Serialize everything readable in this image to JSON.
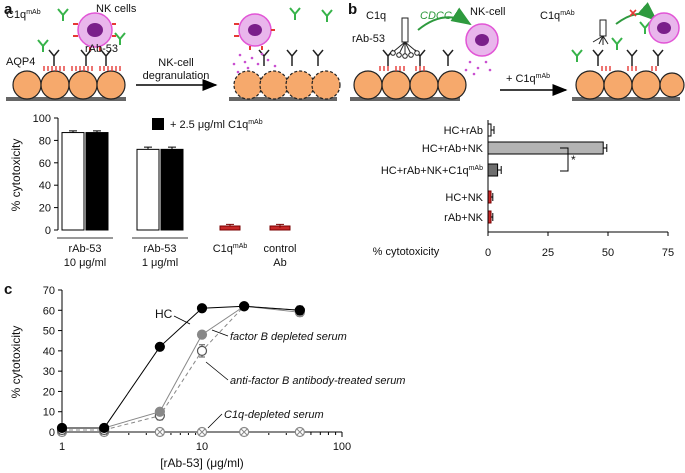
{
  "panel_labels": {
    "a": "a",
    "b": "b",
    "c": "c"
  },
  "schematic_a": {
    "c1q_mab": "C1q",
    "c1q_mab_sup": "mAb",
    "nk_cells": "NK cells",
    "rab53": "rAb-53",
    "aqp4": "AQP4",
    "arrow_label_1": "NK-cell",
    "arrow_label_2": "degranulation"
  },
  "schematic_b": {
    "c1q": "C1q",
    "cdcc": "CDCC",
    "nk_cell": "NK-cell",
    "rab53": "rAb-53",
    "c1q_mab": "C1q",
    "c1q_mab_sup": "mAb",
    "arrow_label": "+ C1q",
    "arrow_label_sup": "mAb"
  },
  "colors": {
    "open_bar": "#ffffff",
    "black_bar": "#000000",
    "red_bar": "#c62828",
    "gray_bar": "#b3b3b3",
    "dark_gray_bar": "#6e6e6e",
    "nk_pink": "#e255d6",
    "nk_nucleus": "#7a1f8a",
    "cell_orange": "#f6a96c",
    "antibody_green": "#37b34a",
    "receptor_red": "#e53935"
  },
  "chart_data": [
    {
      "id": "a",
      "type": "bar",
      "ylabel": "% cytotoxicity",
      "ylim": [
        0,
        100
      ],
      "yticks": [
        "0",
        "20",
        "40",
        "60",
        "80",
        "100"
      ],
      "legend_text": "+ 2.5 μg/ml C1q",
      "legend_sup": "mAb",
      "groups": [
        {
          "label1": "rAb-53",
          "label2": "10 μg/ml",
          "bars": [
            {
              "value": 87,
              "err": 1.5,
              "style": "open"
            },
            {
              "value": 87,
              "err": 1.5,
              "style": "black"
            }
          ]
        },
        {
          "label1": "rAb-53",
          "label2": "1 μg/ml",
          "bars": [
            {
              "value": 72,
              "err": 2,
              "style": "open"
            },
            {
              "value": 72,
              "err": 2,
              "style": "black"
            }
          ]
        },
        {
          "label1": "C1q",
          "label1_sup": "mAb",
          "label2": "",
          "bars": [
            {
              "value": 3,
              "err": 2,
              "style": "red"
            }
          ]
        },
        {
          "label1": "control",
          "label2": "Ab",
          "bars": [
            {
              "value": 2,
              "err": 3,
              "style": "red"
            }
          ]
        }
      ]
    },
    {
      "id": "b",
      "type": "bar",
      "orientation": "horizontal",
      "xlabel": "% cytotoxicity",
      "xlim": [
        0,
        75
      ],
      "xticks": [
        "0",
        "25",
        "50",
        "75"
      ],
      "significance": "*",
      "bars": [
        {
          "label": "HC+rAb",
          "value": 1,
          "err": 1.5,
          "style": "open"
        },
        {
          "label": "HC+rAb+NK",
          "value": 48,
          "err": 1.5,
          "style": "gray"
        },
        {
          "label": "HC+rAb+NK+C1q",
          "label_sup": "mAb",
          "value": 4,
          "err": 1.5,
          "style": "darkgray"
        },
        {
          "label": "HC+NK",
          "value": 1,
          "err": 1,
          "style": "red"
        },
        {
          "label": "rAb+NK",
          "value": 1,
          "err": 1,
          "style": "red"
        }
      ]
    },
    {
      "id": "c",
      "type": "line",
      "xscale": "log",
      "xlabel": "[rAb-53] (μg/ml)",
      "ylabel": "% cytotoxicity",
      "xlim": [
        1,
        100
      ],
      "ylim": [
        0,
        70
      ],
      "xticks": [
        "1",
        "10",
        "100"
      ],
      "yticks": [
        "0",
        "10",
        "20",
        "30",
        "40",
        "50",
        "60",
        "70"
      ],
      "series": [
        {
          "name": "HC",
          "style": "black",
          "x": [
            1,
            2,
            5,
            10,
            20,
            50
          ],
          "y": [
            2,
            2,
            42,
            61,
            62,
            60
          ],
          "err": [
            1,
            1,
            1,
            1,
            1,
            2
          ]
        },
        {
          "name": "factor B depleted serum",
          "style": "gray",
          "x": [
            1,
            2,
            5,
            10,
            20,
            50
          ],
          "y": [
            2,
            2,
            10,
            48,
            62,
            59
          ],
          "err": [
            1,
            1,
            1,
            1,
            1,
            2
          ]
        },
        {
          "name": "anti-factor B antibody-treated serum",
          "style": "open",
          "x": [
            1,
            2,
            5,
            10,
            20,
            50
          ],
          "y": [
            1,
            1,
            8,
            40,
            62,
            60
          ],
          "err": [
            1,
            1,
            2,
            3,
            1,
            2
          ]
        },
        {
          "name": "C1q-depleted serum",
          "style": "xgray",
          "x": [
            1,
            2,
            5,
            10,
            20,
            50
          ],
          "y": [
            0,
            0,
            0,
            0,
            0,
            0
          ],
          "err": [
            0,
            0,
            0,
            0,
            0,
            0
          ]
        }
      ]
    }
  ]
}
